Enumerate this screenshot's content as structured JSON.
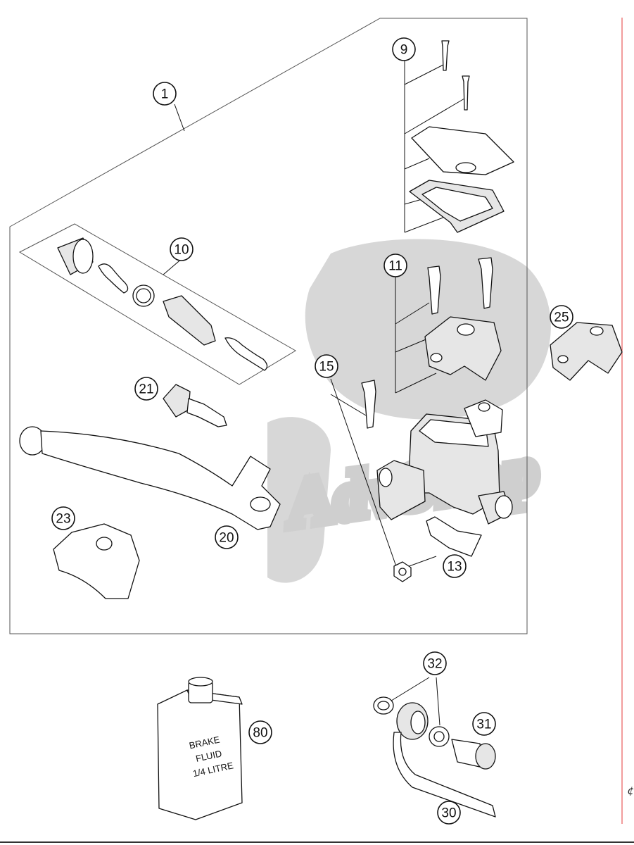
{
  "diagram": {
    "callouts": [
      "1",
      "9",
      "10",
      "11",
      "25",
      "15",
      "21",
      "20",
      "23",
      "13",
      "32",
      "80",
      "31",
      "30"
    ],
    "fluid_label": [
      "BRAKE",
      "FLUID",
      "1/4 LITRE"
    ],
    "edge_glyph": "¢"
  },
  "colors": {
    "line": "#111111",
    "frame": "#555555",
    "watermark": "#d7d7d7",
    "margin_rule": "#e53a3a"
  },
  "watermark": {
    "text": "AdvShop"
  }
}
